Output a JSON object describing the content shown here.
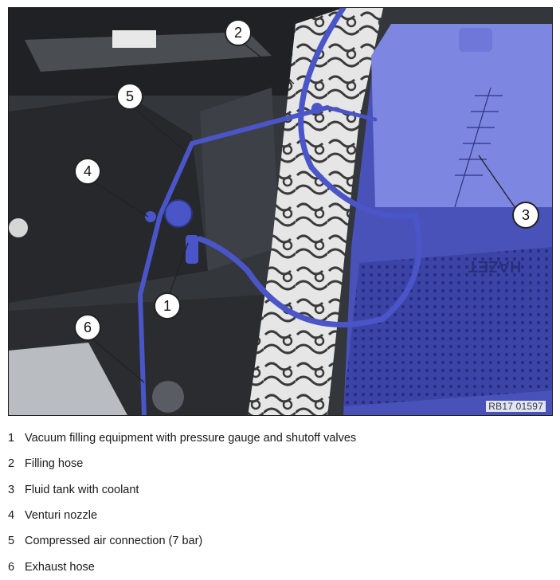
{
  "figure": {
    "reference_id": "RB17 01597",
    "callouts": [
      "1",
      "2",
      "3",
      "4",
      "5",
      "6"
    ],
    "brand_marking": "HAZET"
  },
  "legend": [
    {
      "number": "1",
      "text": "Vacuum filling equipment with pressure gauge and shutoff valves"
    },
    {
      "number": "2",
      "text": "Filling hose"
    },
    {
      "number": "3",
      "text": "Fluid tank with coolant"
    },
    {
      "number": "4",
      "text": "Venturi nozzle"
    },
    {
      "number": "5",
      "text": "Compressed air connection (7 bar)"
    },
    {
      "number": "6",
      "text": "Exhaust hose"
    }
  ],
  "colors": {
    "highlight": "#4a55c8",
    "engine_dark": "#2b2d31",
    "camouflage": "#d9d9d9"
  }
}
